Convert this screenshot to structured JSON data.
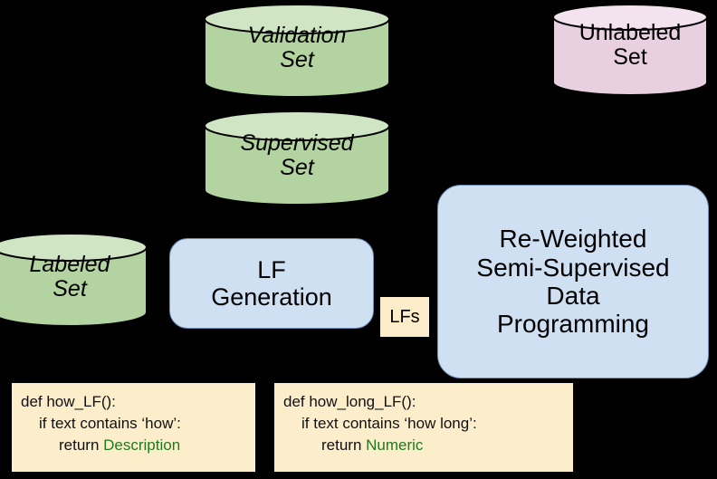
{
  "diagram": {
    "title": "Re-Weighted Semi-Supervised Data Programming pipeline",
    "background_color": "#000000",
    "palette": {
      "green_body": "#b3d4a0",
      "green_top": "#d0e5c3",
      "pink_body": "#e9d0e0",
      "pink_top": "#f3e3ee",
      "blue_box": "#cfe0f3",
      "blue_border": "#6d8fb5",
      "chip_cream": "#fcecc9",
      "code_cream": "#fdeecb",
      "stroke": "#000000",
      "return_value_green": "#1f7a1f"
    }
  },
  "datastores": [
    {
      "id": "validation-set",
      "label": "Validation\nSet",
      "fill": "#b3d4a0",
      "top_fill": "#d0e5c3",
      "italic": true
    },
    {
      "id": "supervised-set",
      "label": "Supervised\nSet",
      "fill": "#b3d4a0",
      "top_fill": "#d0e5c3",
      "italic": true
    },
    {
      "id": "unlabeled-set",
      "label": "Unlabeled\nSet",
      "fill": "#e9d0e0",
      "top_fill": "#f3e3ee",
      "italic": false
    },
    {
      "id": "labeled-set",
      "label": "Labeled\nSet",
      "fill": "#b3d4a0",
      "top_fill": "#d0e5c3",
      "italic": true
    }
  ],
  "processes": [
    {
      "id": "lf-generation",
      "label": "LF\nGeneration"
    },
    {
      "id": "rwssdp",
      "label": "Re-Weighted\nSemi-Supervised\nData\nProgramming"
    }
  ],
  "chips": [
    {
      "id": "lfs",
      "label": "LFs"
    }
  ],
  "code_snippets": [
    {
      "id": "how-lf",
      "lines": [
        {
          "text": "def how_LF():",
          "indent": 0,
          "return_value": null
        },
        {
          "text": "if text contains ‘how’:",
          "indent": 1,
          "return_value": null
        },
        {
          "text": "return ",
          "indent": 2,
          "return_value": "Description"
        }
      ]
    },
    {
      "id": "how-long-lf",
      "lines": [
        {
          "text": "def how_long_LF():",
          "indent": 0,
          "return_value": null
        },
        {
          "text": "if text contains ‘how long’:",
          "indent": 1,
          "return_value": null
        },
        {
          "text": "return ",
          "indent": 2,
          "return_value": "Numeric"
        }
      ]
    }
  ]
}
